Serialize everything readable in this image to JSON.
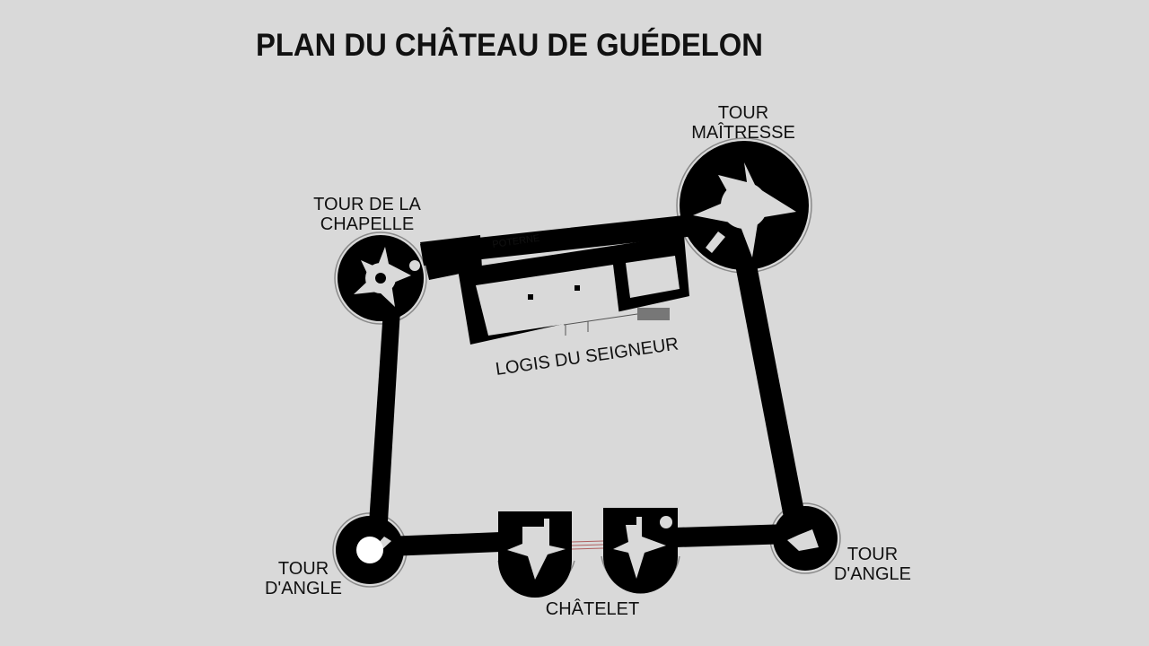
{
  "title": "PLAN DU CHÂTEAU DE GUÉDELON",
  "labels": {
    "tour_maitresse": [
      "TOUR",
      "MAÎTRESSE"
    ],
    "tour_chapelle": [
      "TOUR DE LA",
      "CHAPELLE"
    ],
    "poterne": "POTERNE",
    "logis": "LOGIS DU SEIGNEUR",
    "tour_angle_left": [
      "TOUR",
      "D'ANGLE"
    ],
    "tour_angle_right": [
      "TOUR",
      "D'ANGLE"
    ],
    "chatelet": "CHÂTELET"
  },
  "colors": {
    "background": "#d9d9d9",
    "walls": "#000000",
    "outline": "#888888",
    "door": "#b06060"
  }
}
